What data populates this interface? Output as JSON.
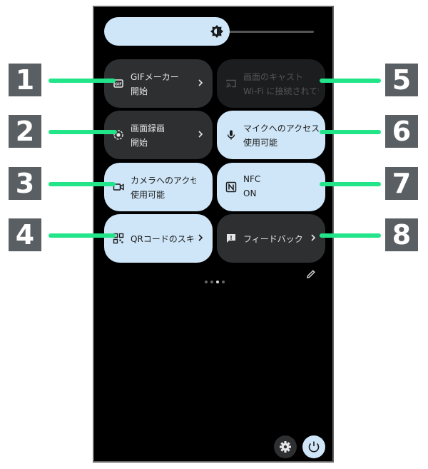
{
  "tiles": [
    {
      "label": "GIFメーカー",
      "status": "開始",
      "icon": "gif-icon",
      "state": "dark",
      "chevron": true
    },
    {
      "label": "画面録画",
      "status": "開始",
      "icon": "screen-record-icon",
      "state": "dark",
      "chevron": true
    },
    {
      "label": "カメラへのアクセス",
      "status": "使用可能",
      "icon": "camera-icon",
      "state": "light",
      "chevron": false
    },
    {
      "label": "QRコードのスキャン",
      "status": "",
      "icon": "qr-code-icon",
      "state": "light",
      "chevron": true
    },
    {
      "label": "画面のキャスト",
      "status": "Wi-Fi に接続されていません",
      "icon": "cast-icon",
      "state": "off",
      "chevron": false
    },
    {
      "label": "マイクへのアクセス",
      "status": "使用可能",
      "icon": "mic-icon",
      "state": "light",
      "chevron": false
    },
    {
      "label": "NFC",
      "status": "ON",
      "icon": "nfc-icon",
      "state": "light",
      "chevron": false
    },
    {
      "label": "フィードバック",
      "status": "",
      "icon": "feedback-icon",
      "state": "dark",
      "chevron": true
    }
  ],
  "callouts": [
    "1",
    "2",
    "3",
    "4",
    "5",
    "6",
    "7",
    "8"
  ],
  "brightness": {
    "level": 0.6
  },
  "page_indicator": {
    "pages": 4,
    "active": 3
  },
  "colors": {
    "accent_light": "#cfe6f8",
    "tile_dark": "#2d2f31",
    "callout_bg": "#5a5f63",
    "callout_line": "#22e58a"
  }
}
